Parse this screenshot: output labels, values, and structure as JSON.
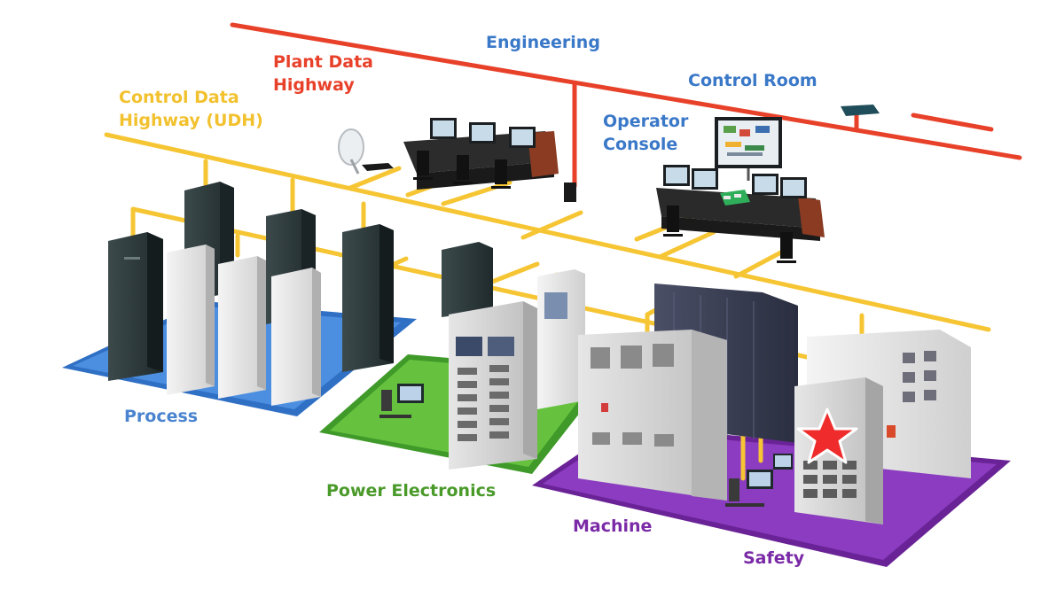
{
  "labels": {
    "engineering": "Engineering",
    "plant_data_highway": [
      "Plant Data",
      "Highway"
    ],
    "control_room": "Control Room",
    "control_data_highway": [
      "Control Data",
      "Highway (UDH)"
    ],
    "operator_console": [
      "Operator",
      "Console"
    ],
    "process": "Process",
    "power_electronics": "Power Electronics",
    "machine": "Machine",
    "safety": "Safety"
  },
  "colors": {
    "plant_data_highway": "#e8412a",
    "control_data_highway": "#f6c533",
    "process_zone": "#3a7fd6",
    "power_zone": "#5cb23a",
    "machine_zone": "#7b2fb0",
    "safety_star": "#ef2b2b",
    "engineering_text": "#3a78c8"
  },
  "icons": [
    "satellite-dish-icon",
    "network-switch-icon",
    "safety-star-icon"
  ]
}
